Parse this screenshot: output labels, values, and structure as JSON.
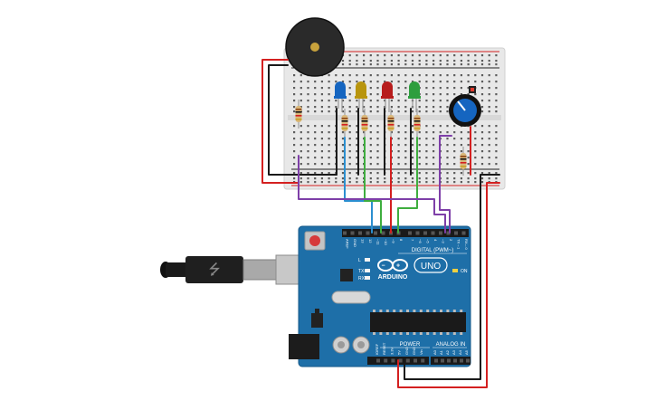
{
  "arduino": {
    "brand": "ARDUINO",
    "model": "UNO",
    "digital_header": "DIGITAL (PWM~)",
    "power_header": "POWER",
    "analog_header": "ANALOG IN",
    "on_label": "ON",
    "l_label": "L",
    "tx_label": "TX",
    "rx_label": "RX",
    "digital_pins": [
      "AREF",
      "GND",
      "13",
      "12",
      "~11",
      "~10",
      "~9",
      "8",
      "7",
      "~6",
      "~5",
      "4",
      "~3",
      "2",
      "TX→1",
      "RX←0"
    ],
    "power_pins": [
      "IOREF",
      "RESET",
      "3.3V",
      "5V",
      "GND",
      "GND",
      "Vin"
    ],
    "analog_pins": [
      "A0",
      "A1",
      "A2",
      "A3",
      "A4",
      "A5"
    ]
  },
  "components": {
    "leds": [
      {
        "name": "led-blue",
        "color": "#1565c0"
      },
      {
        "name": "led-yellow",
        "color": "#b8950e"
      },
      {
        "name": "led-red",
        "color": "#b71c1c"
      },
      {
        "name": "led-green",
        "color": "#2e9e3e"
      }
    ],
    "buzzer": "piezo",
    "potentiometer": "rotary",
    "cable": "usb-b"
  },
  "colors": {
    "board": "#1e6fa8",
    "breadboard": "#e9e9e9",
    "wire_red": "#d42020",
    "wire_black": "#1a1a1a",
    "wire_blue": "#2b8fd0",
    "wire_green": "#3fae3f",
    "wire_purple": "#7e3fa8"
  }
}
